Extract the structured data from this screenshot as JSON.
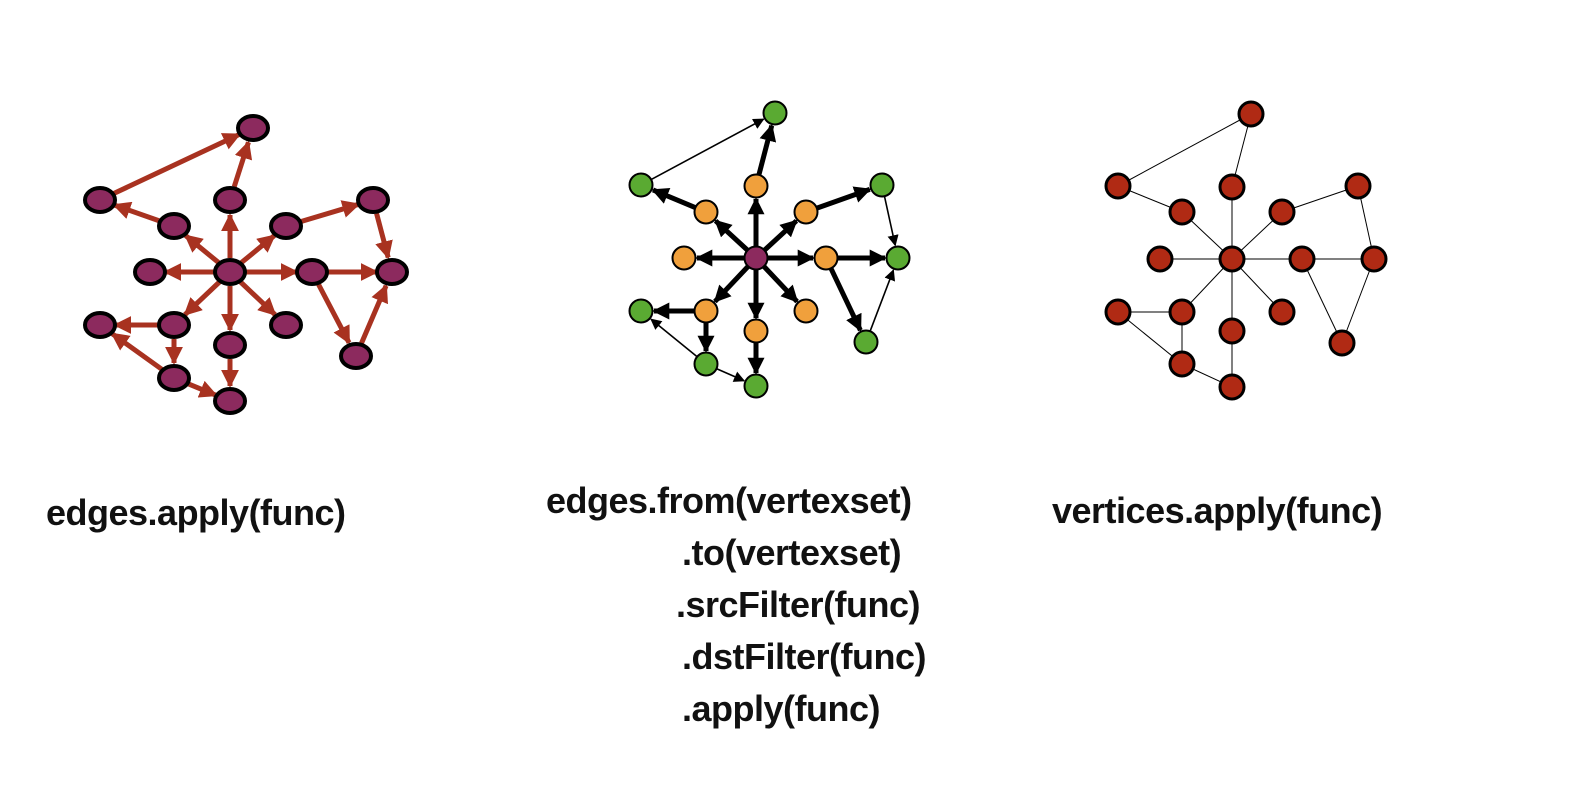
{
  "captions": {
    "left": "edges.apply(func)",
    "middle": [
      "edges.from(vertexset)",
      ".to(vertexset)",
      ".srcFilter(func)",
      ".dstFilter(func)",
      ".apply(func)"
    ],
    "right": "vertices.apply(func)"
  },
  "colors": {
    "left_vertex": "#8c2a5e",
    "left_edge": "#a83220",
    "mid_center": "#8c2a5e",
    "mid_inner": "#f0a03c",
    "mid_outer": "#5aaa32",
    "mid_edge": "#000000",
    "right_vertex": "#b02a14",
    "right_edge": "#000000",
    "outline": "#000000"
  }
}
